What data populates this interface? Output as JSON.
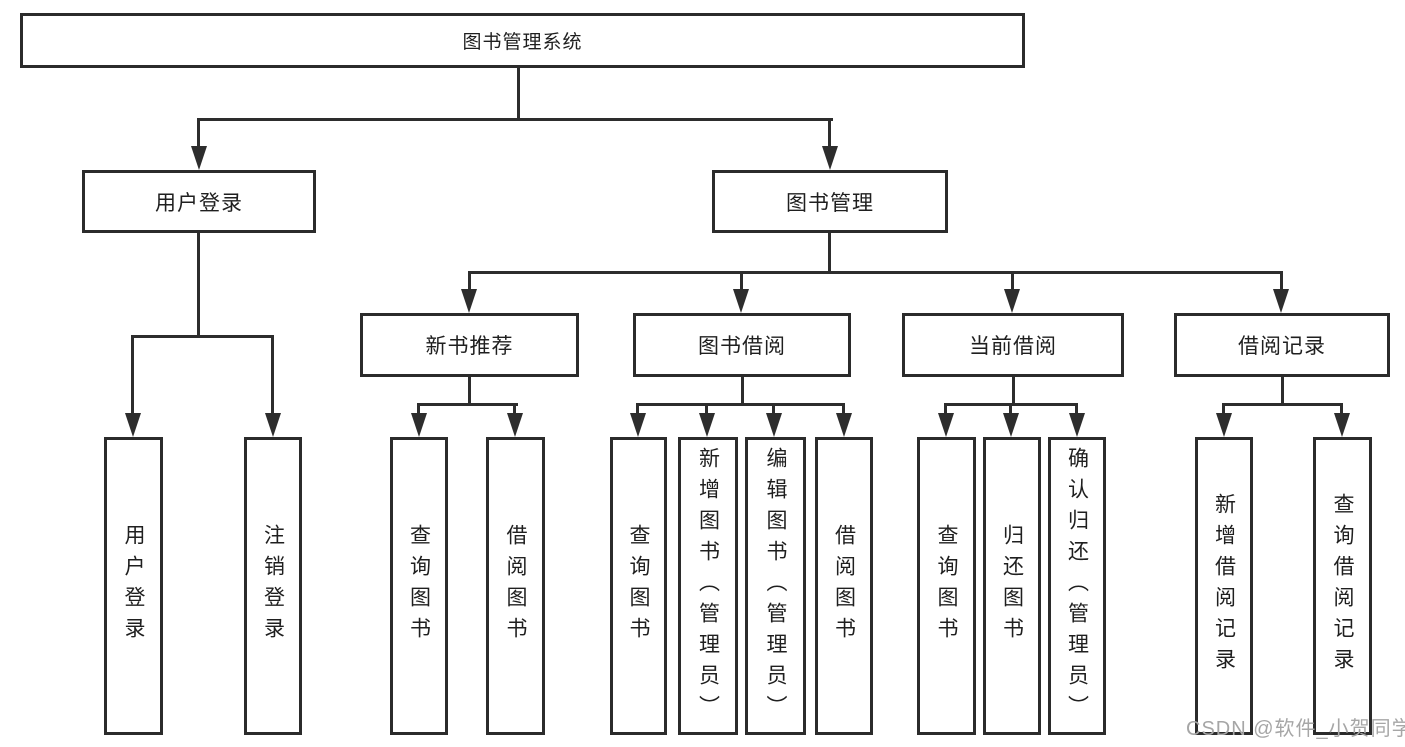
{
  "tree": {
    "root": {
      "label": "图书管理系统"
    },
    "branches": [
      {
        "label": "用户登录",
        "children": [
          {
            "label": "用户登录"
          },
          {
            "label": "注销登录"
          }
        ]
      },
      {
        "label": "图书管理",
        "children": [
          {
            "label": "新书推荐",
            "children": [
              {
                "label": "查询图书"
              },
              {
                "label": "借阅图书"
              }
            ]
          },
          {
            "label": "图书借阅",
            "children": [
              {
                "label": "查询图书"
              },
              {
                "label": "新增图书（管理员）"
              },
              {
                "label": "编辑图书（管理员）"
              },
              {
                "label": "借阅图书"
              }
            ]
          },
          {
            "label": "当前借阅",
            "children": [
              {
                "label": "查询图书"
              },
              {
                "label": "归还图书"
              },
              {
                "label": "确认归还（管理员）"
              }
            ]
          },
          {
            "label": "借阅记录",
            "children": [
              {
                "label": "新增借阅记录"
              },
              {
                "label": "查询借阅记录"
              }
            ]
          }
        ]
      }
    ]
  },
  "watermark": {
    "text": "CSDN @软件_小贺同学"
  },
  "colors": {
    "line": "#2d2d2d",
    "box_border": "#2b2b2b",
    "text": "#1f1f1f",
    "watermark": "#a6a6a6",
    "background": "#ffffff"
  }
}
